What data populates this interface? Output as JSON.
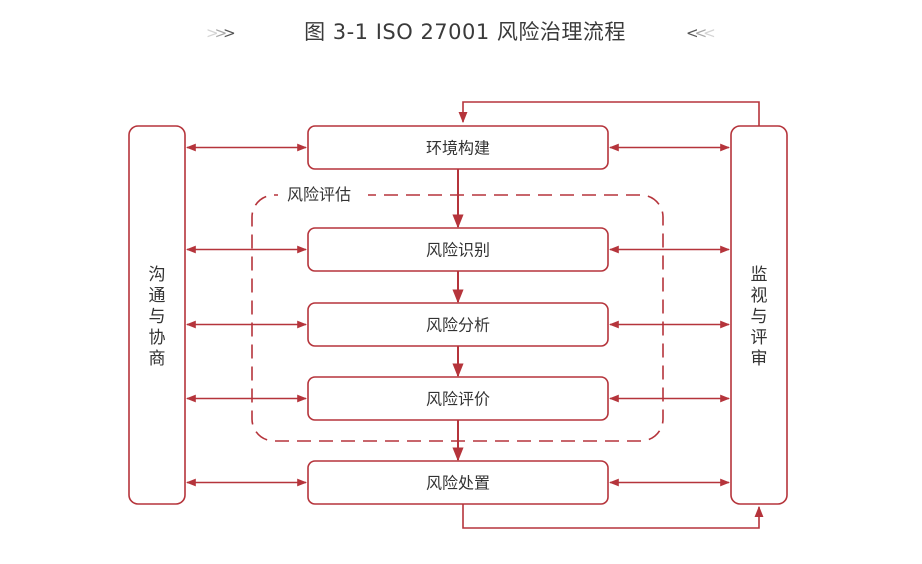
{
  "title": "图 3-1 ISO 27001 风险治理流程",
  "decor": {
    "left_chevrons": ">>>",
    "right_chevrons": "<<<",
    "chevron_colors": [
      "#d4d4d4",
      "#a8a8a8",
      "#555555"
    ]
  },
  "colors": {
    "accent": "#b5343b",
    "text": "#333333"
  },
  "steps": [
    {
      "label": "环境构建"
    },
    {
      "label": "风险识别"
    },
    {
      "label": "风险分析"
    },
    {
      "label": "风险评价"
    },
    {
      "label": "风险处置"
    }
  ],
  "group_label": "风险评估",
  "left_panel": {
    "chars": [
      "沟",
      "通",
      "与",
      "协",
      "商"
    ]
  },
  "right_panel": {
    "chars": [
      "监",
      "视",
      "与",
      "评",
      "审"
    ]
  }
}
